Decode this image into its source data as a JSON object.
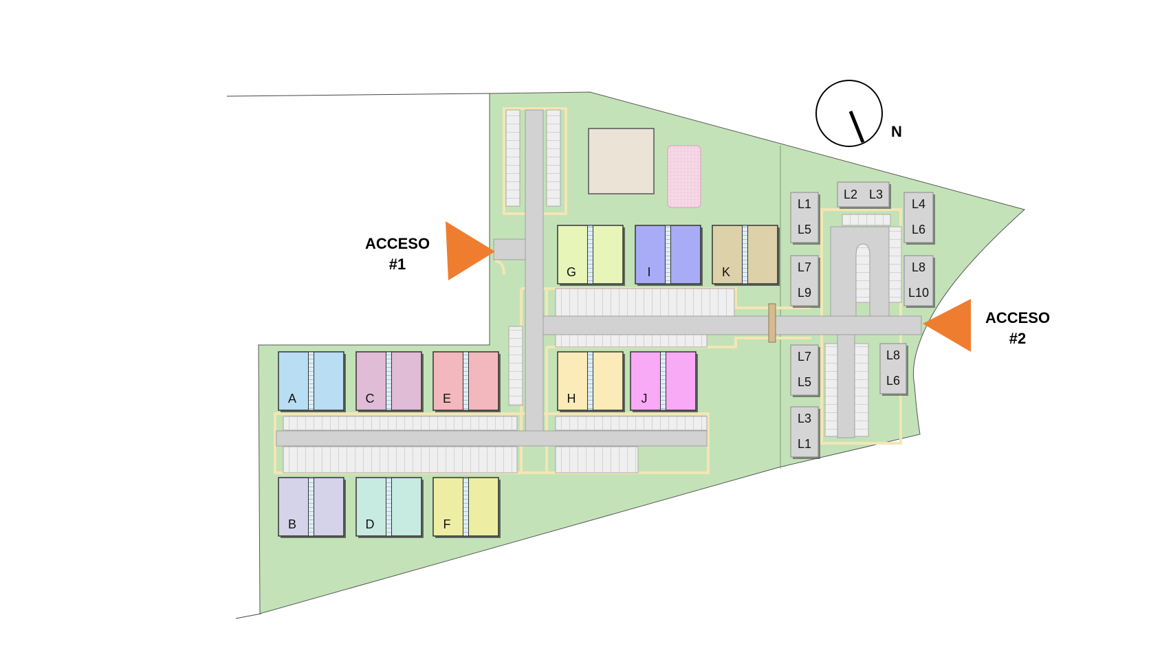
{
  "colors": {
    "land": "#c3e2b8",
    "road": "#d2d2d2",
    "sidewalk": "#f3e6b4",
    "parking": "#efefef",
    "arrow": "#ef7d2f",
    "lot": "#d5d5d5",
    "amenity": "#ebe3d6",
    "pool": "#f6d9e6"
  },
  "accesses": [
    {
      "id": "access-1",
      "line1": "ACCESO",
      "line2": "#1"
    },
    {
      "id": "access-2",
      "line1": "ACCESO",
      "line2": "#2"
    }
  ],
  "compass": {
    "label": "N",
    "icon": "north-arrow-icon"
  },
  "buildings": [
    {
      "label": "A",
      "color": "#b9ddf2"
    },
    {
      "label": "C",
      "color": "#e1bcd6"
    },
    {
      "label": "E",
      "color": "#f3b8bd"
    },
    {
      "label": "B",
      "color": "#d4d3ea"
    },
    {
      "label": "D",
      "color": "#c7ebe1"
    },
    {
      "label": "F",
      "color": "#edeea4"
    },
    {
      "label": "G",
      "color": "#e7f5b9"
    },
    {
      "label": "I",
      "color": "#a8abf5"
    },
    {
      "label": "K",
      "color": "#ddd1a9"
    },
    {
      "label": "H",
      "color": "#fbebb9"
    },
    {
      "label": "J",
      "color": "#f9aaf7"
    }
  ],
  "lots": [
    {
      "top": "L1",
      "bottom": "L5"
    },
    {
      "top": "L2",
      "bottom": "L3"
    },
    {
      "top": "L4",
      "bottom": "L6"
    },
    {
      "top": "L7",
      "bottom": "L9"
    },
    {
      "top": "L8",
      "bottom": "L10"
    },
    {
      "top": "L7",
      "bottom": "L5"
    },
    {
      "top": "L8",
      "bottom": "L6"
    },
    {
      "top": "L3",
      "bottom": "L1"
    }
  ]
}
